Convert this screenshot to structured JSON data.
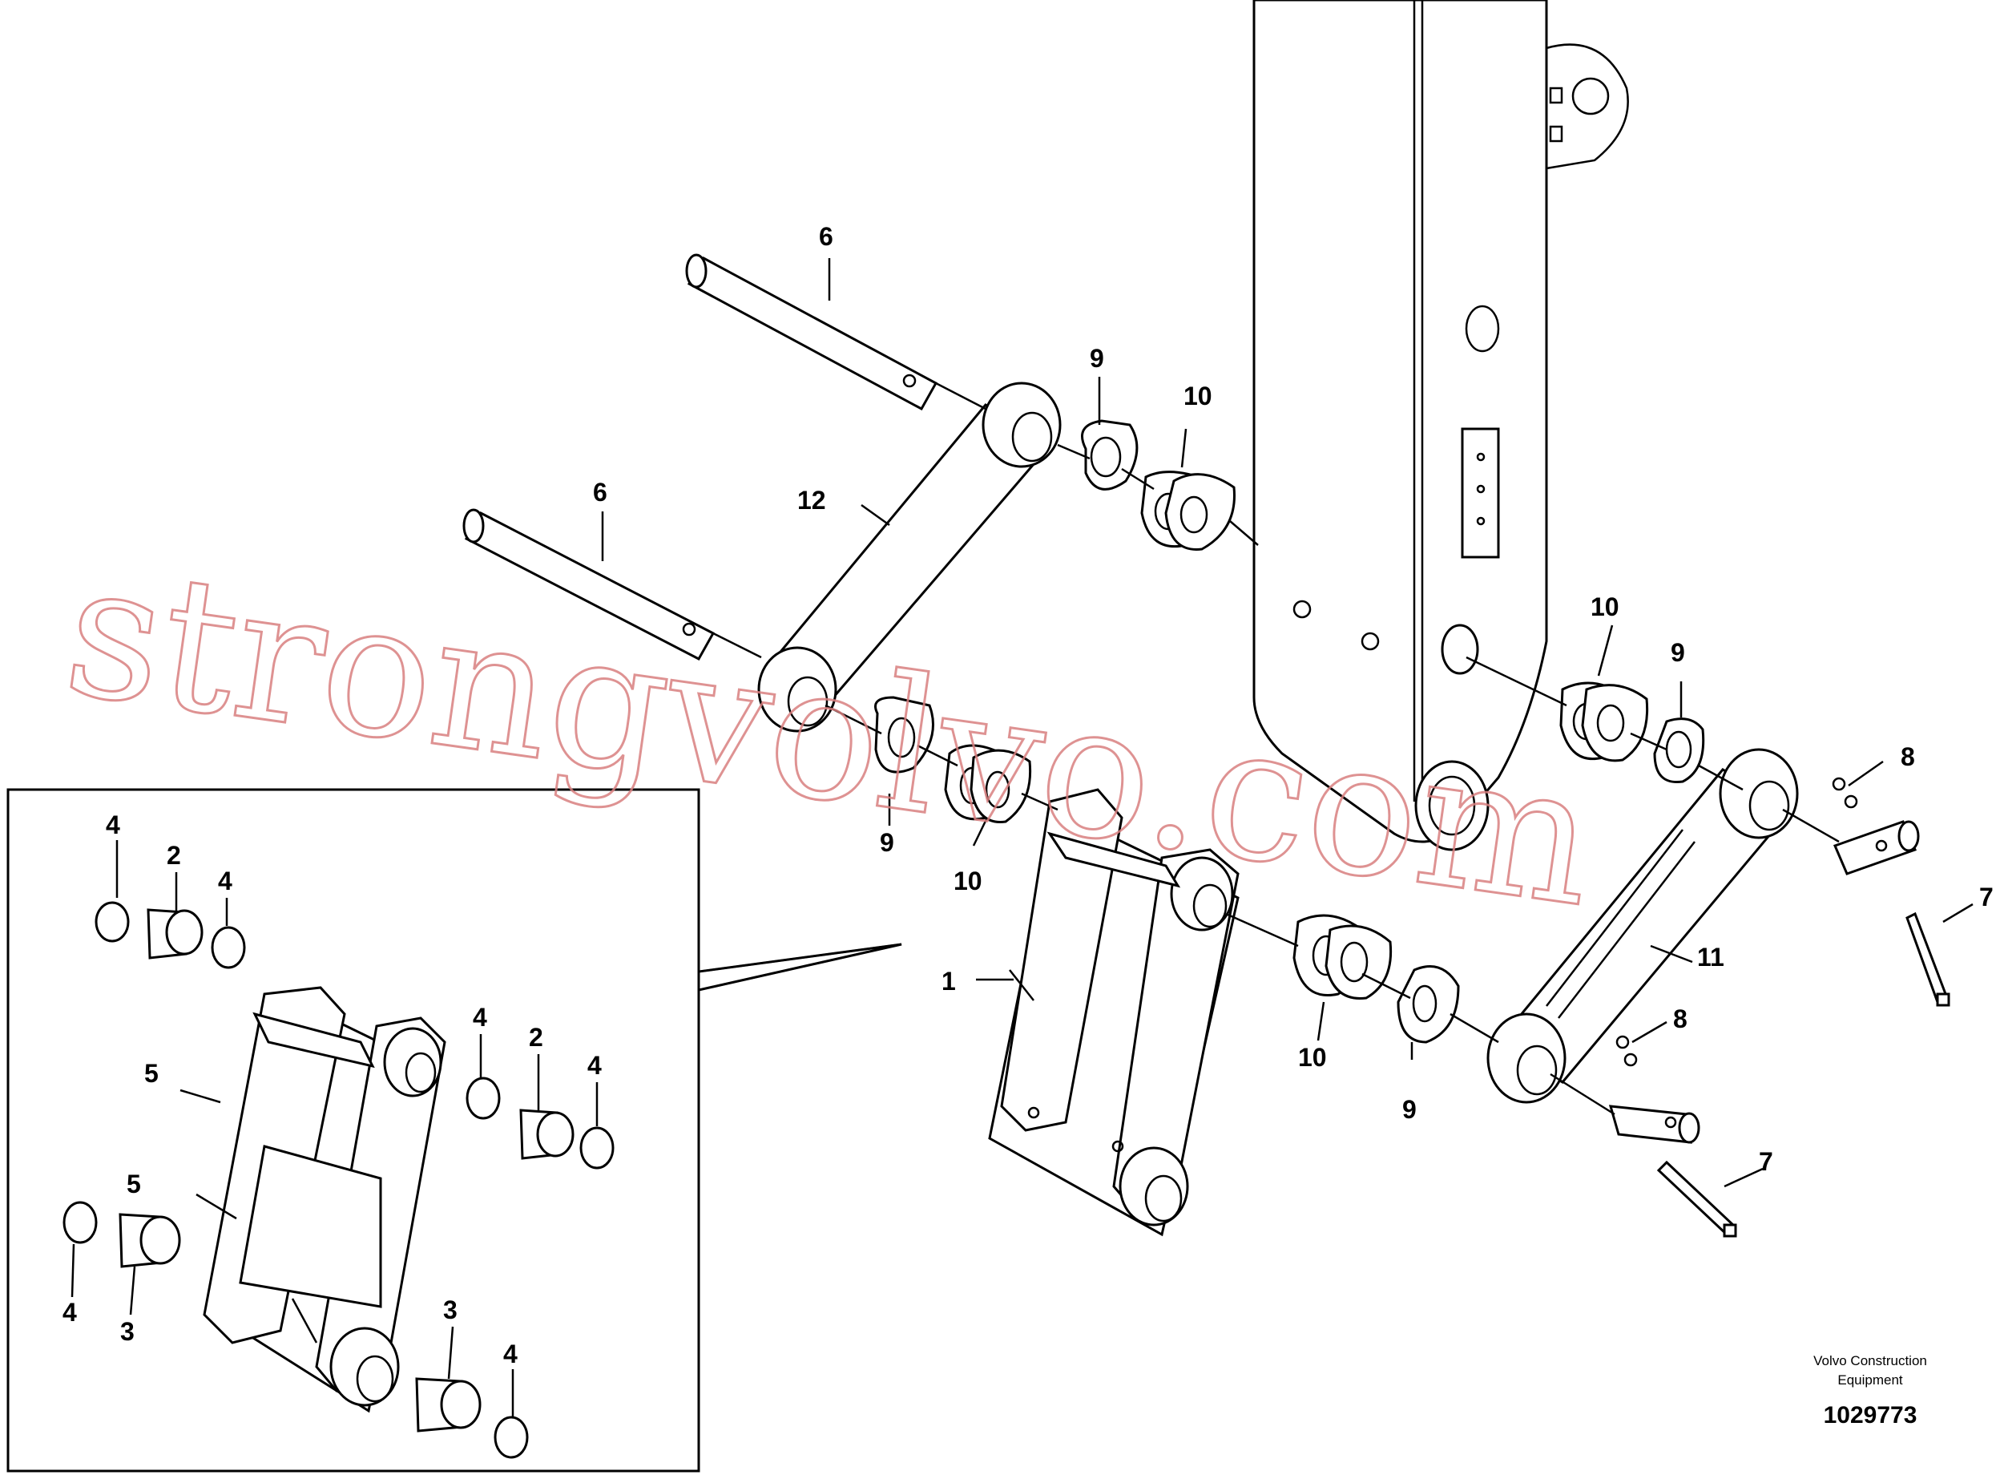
{
  "watermark": "strongvolvo.com",
  "credit": {
    "line1": "Volvo Construction",
    "line2": "Equipment"
  },
  "doc_number": "1029773",
  "labels": {
    "p1": "1",
    "p2a": "2",
    "p2b": "2",
    "p3a": "3",
    "p3b": "3",
    "p4a": "4",
    "p4b": "4",
    "p4c": "4",
    "p4d": "4",
    "p4e": "4",
    "p4f": "4",
    "p5a": "5",
    "p5b": "5",
    "p6a": "6",
    "p6b": "6",
    "p7a": "7",
    "p7b": "7",
    "p8a": "8",
    "p8b": "8",
    "p9a": "9",
    "p9b": "9",
    "p9c": "9",
    "p9d": "9",
    "p10a": "10",
    "p10b": "10",
    "p10c": "10",
    "p10d": "10",
    "p11": "11",
    "p12": "12"
  }
}
